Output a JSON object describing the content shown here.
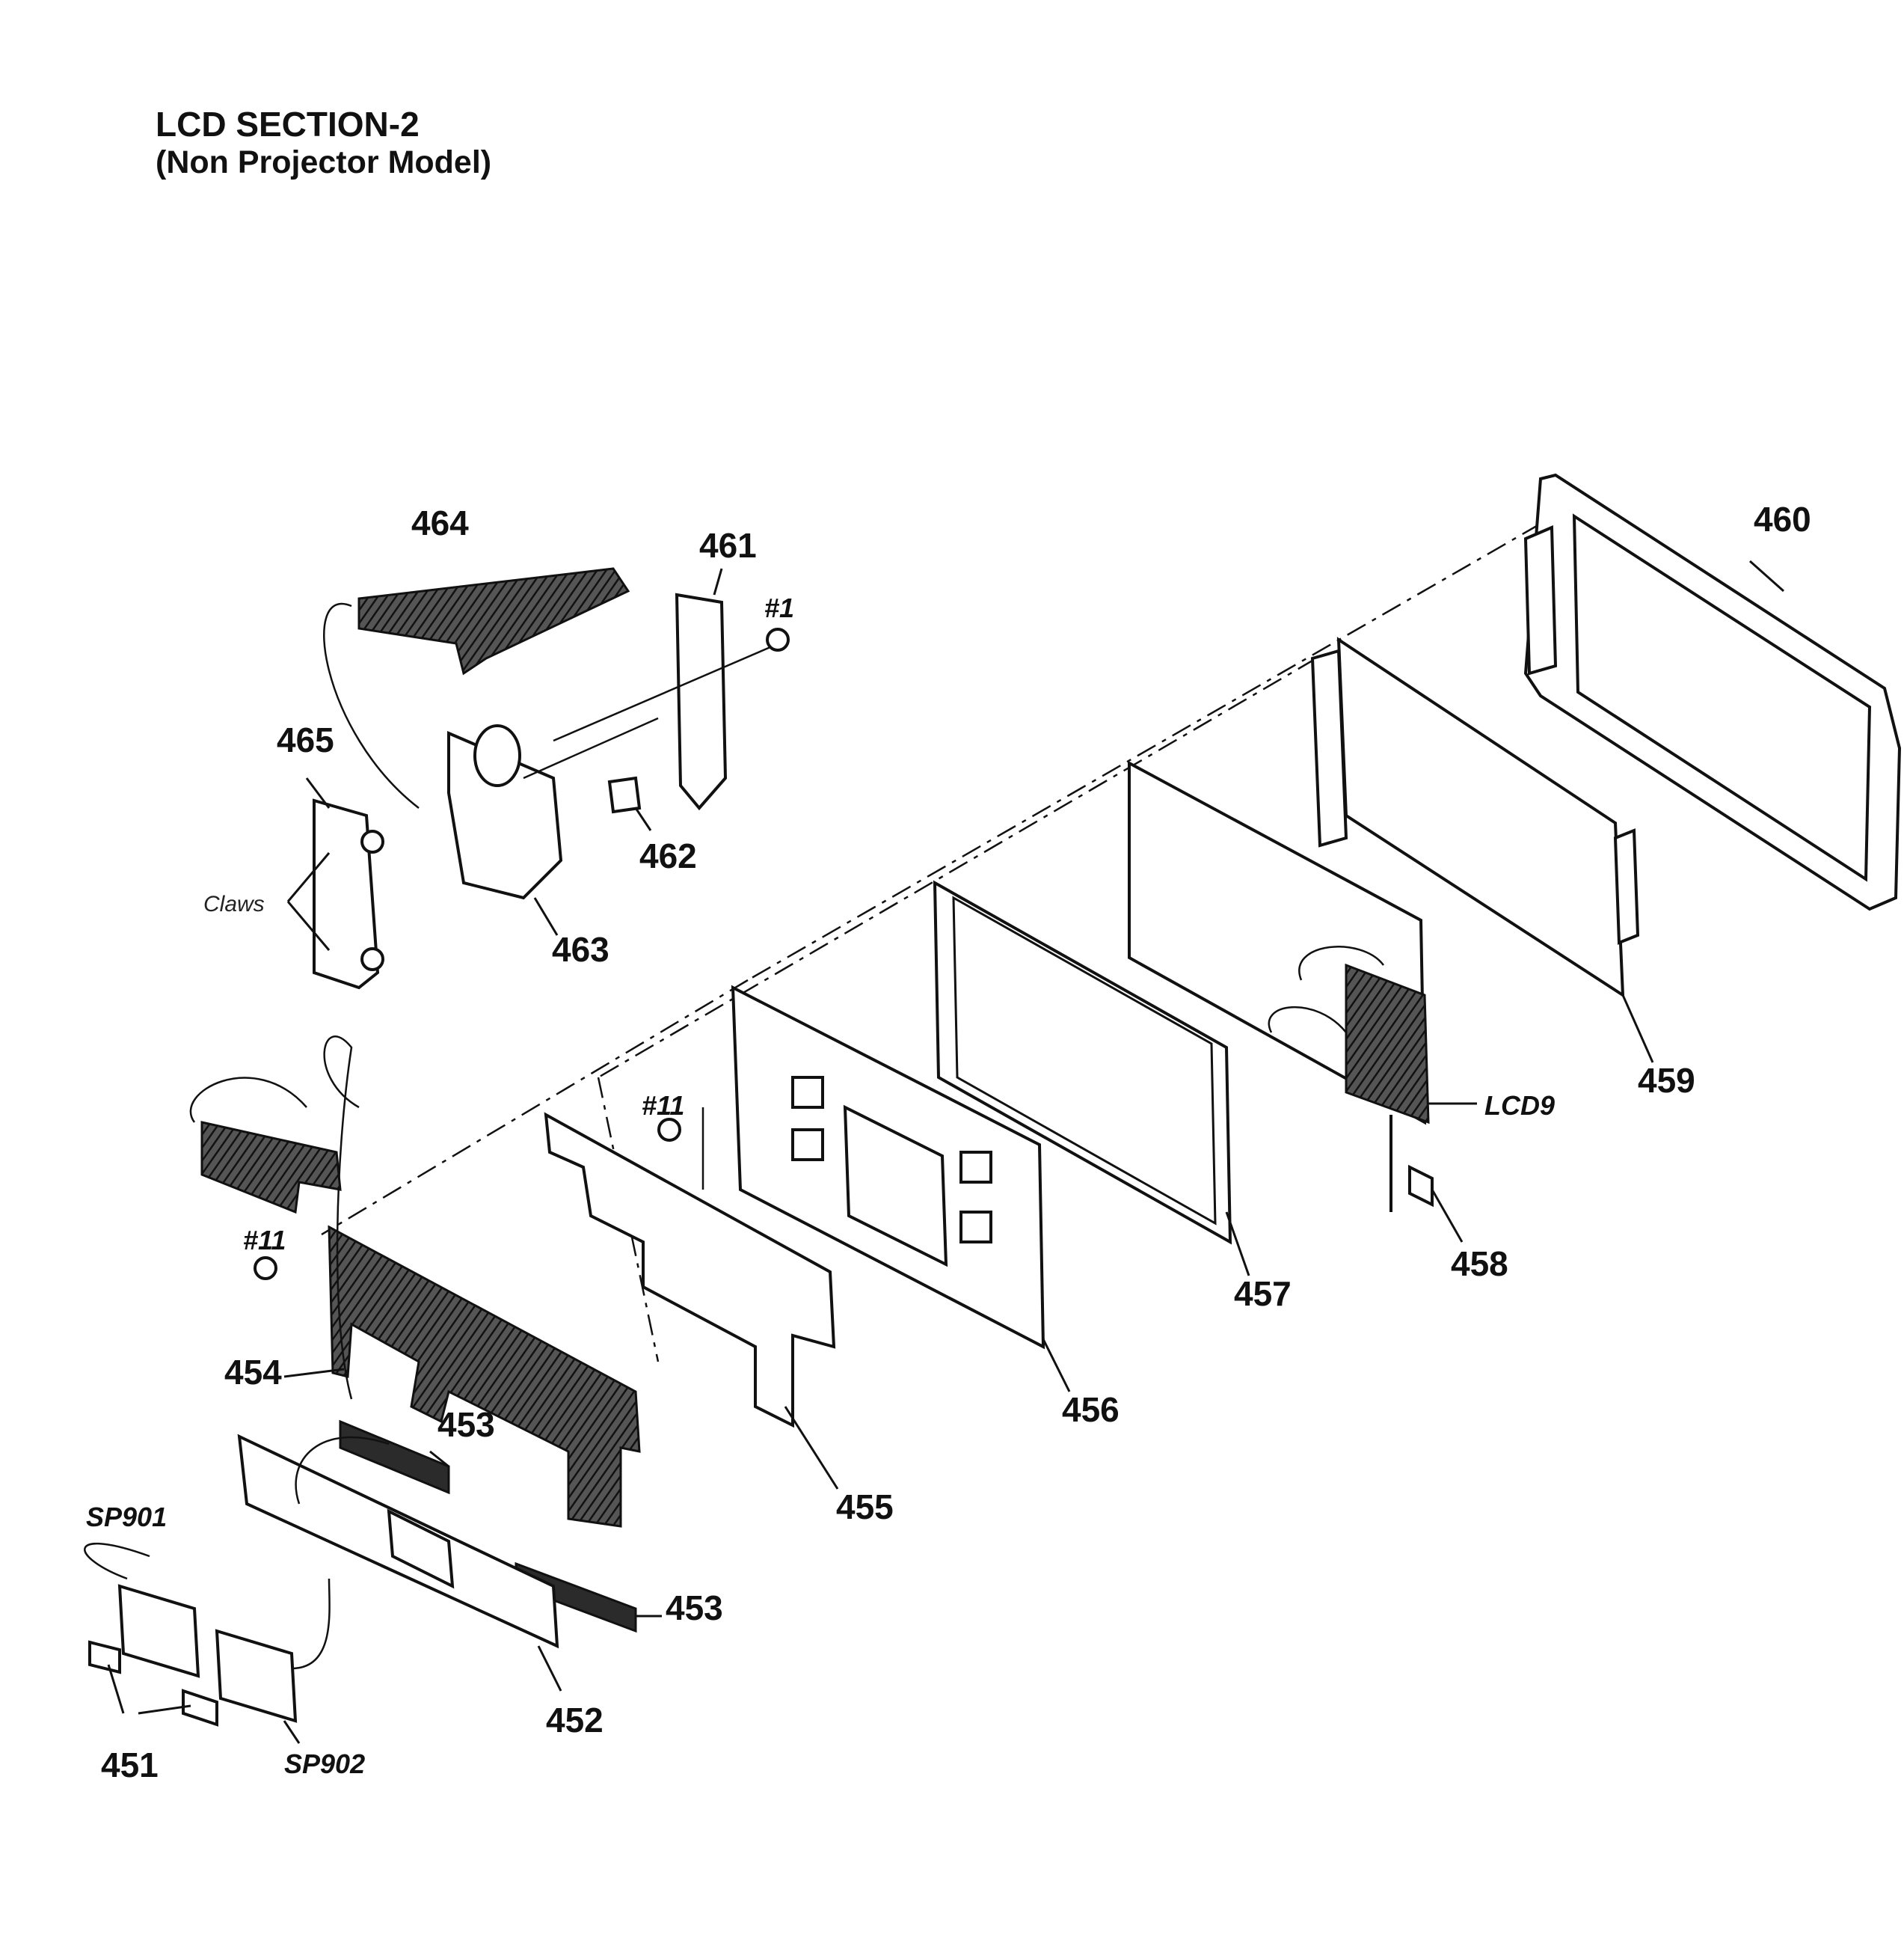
{
  "title": {
    "line1": "LCD SECTION-2",
    "line2": "(Non Projector Model)"
  },
  "labels": {
    "p451": "451",
    "p452": "452",
    "p453a": "453",
    "p453b": "453",
    "p454": "454",
    "p455": "455",
    "p456": "456",
    "p457": "457",
    "p458": "458",
    "p459": "459",
    "p460": "460",
    "p461": "461",
    "p462": "462",
    "p463": "463",
    "p464": "464",
    "p465": "465"
  },
  "refs": {
    "screw1": "#1",
    "screw11a": "#11",
    "screw11b": "#11",
    "lcd9": "LCD9",
    "sp901": "SP901",
    "sp902": "SP902"
  },
  "notes": {
    "claws": "Claws"
  }
}
